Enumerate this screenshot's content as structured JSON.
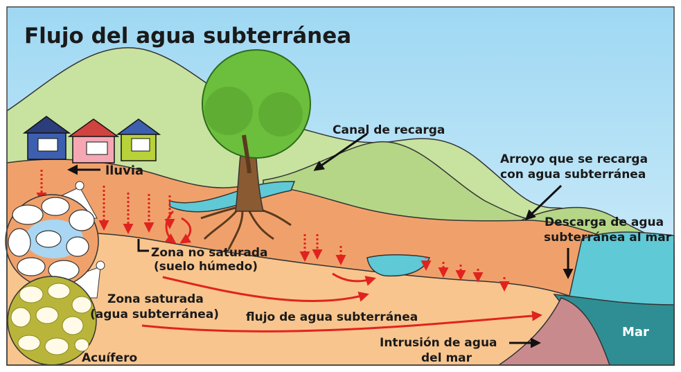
{
  "title": "Flujo del agua subterránea",
  "labels": {
    "rain": "lluvia",
    "recharge_channel": "Canal de recarga",
    "stream_line1": "Arroyo que se recarga",
    "stream_line2": "con agua subterránea",
    "discharge_line1": "Descarga de agua",
    "discharge_line2": "subterránea al mar",
    "unsaturated_line1": "Zona no saturada",
    "unsaturated_line2": "(suelo húmedo)",
    "saturated_line1": "Zona saturada",
    "saturated_line2": "(agua subterránea)",
    "flow": "flujo de agua subterránea",
    "intrusion_line1": "Intrusión de agua",
    "intrusion_line2": "del mar",
    "sea": "Mar",
    "aquifer": "Acuífero"
  },
  "icons": [
    "house-icon",
    "tree-icon",
    "rain-arrow-icon",
    "flow-arrow-icon",
    "rock-pore-icon"
  ],
  "colors": {
    "sky": "#a8dcf2",
    "hills": "#b9d98b",
    "unsaturated_soil": "#f0a16b",
    "saturated_soil": "#f8c58e",
    "water": "#5fc9d6",
    "sea_deep": "#2f8e94",
    "bedrock": "#c98a8e",
    "arrow_red": "#e0231e",
    "house_blue": "#3d5fb0",
    "house_pink": "#f5a7b3",
    "house_green": "#b8d23a"
  }
}
